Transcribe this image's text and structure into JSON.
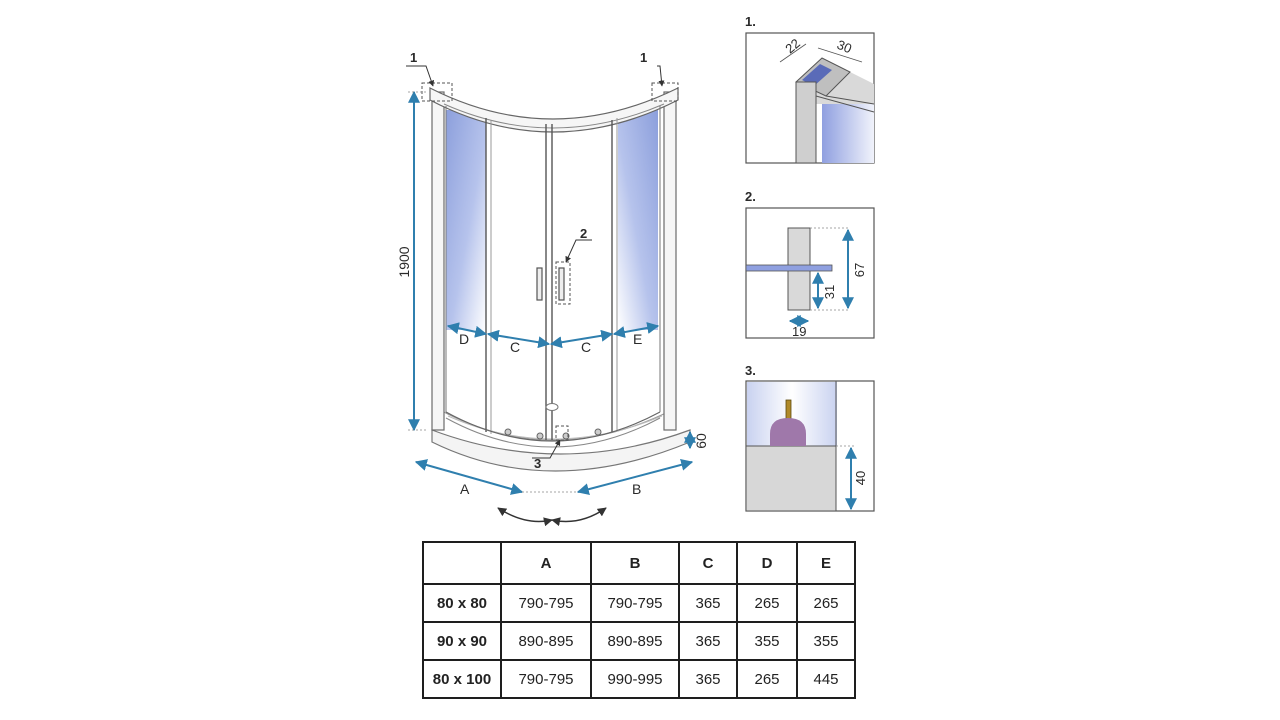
{
  "callouts": {
    "c1_left": "1",
    "c1_right": "1",
    "c2": "2",
    "c3": "3"
  },
  "dimensions": {
    "height": "1900",
    "tray_height": "60",
    "a": "A",
    "b": "B",
    "c_left": "C",
    "c_right": "C",
    "d": "D",
    "e": "E"
  },
  "detail1": {
    "title": "1.",
    "w1": "22",
    "w2": "30"
  },
  "detail2": {
    "title": "2.",
    "h_total": "67",
    "h_lower": "31",
    "w": "19"
  },
  "detail3": {
    "title": "3.",
    "h": "40"
  },
  "colors": {
    "glass_blue": "#8fa3dc",
    "dimension_blue": "#2f7fae",
    "seal_purple": "#9f78aa",
    "pin_gold": "#b08a2a",
    "frame_gray": "#cfcfcf"
  },
  "table": {
    "headers": [
      "",
      "A",
      "B",
      "C",
      "D",
      "E"
    ],
    "rows": [
      [
        "80 x 80",
        "790-795",
        "790-795",
        "365",
        "265",
        "265"
      ],
      [
        "90 x 90",
        "890-895",
        "890-895",
        "365",
        "355",
        "355"
      ],
      [
        "80 x 100",
        "790-795",
        "990-995",
        "365",
        "265",
        "445"
      ]
    ]
  }
}
